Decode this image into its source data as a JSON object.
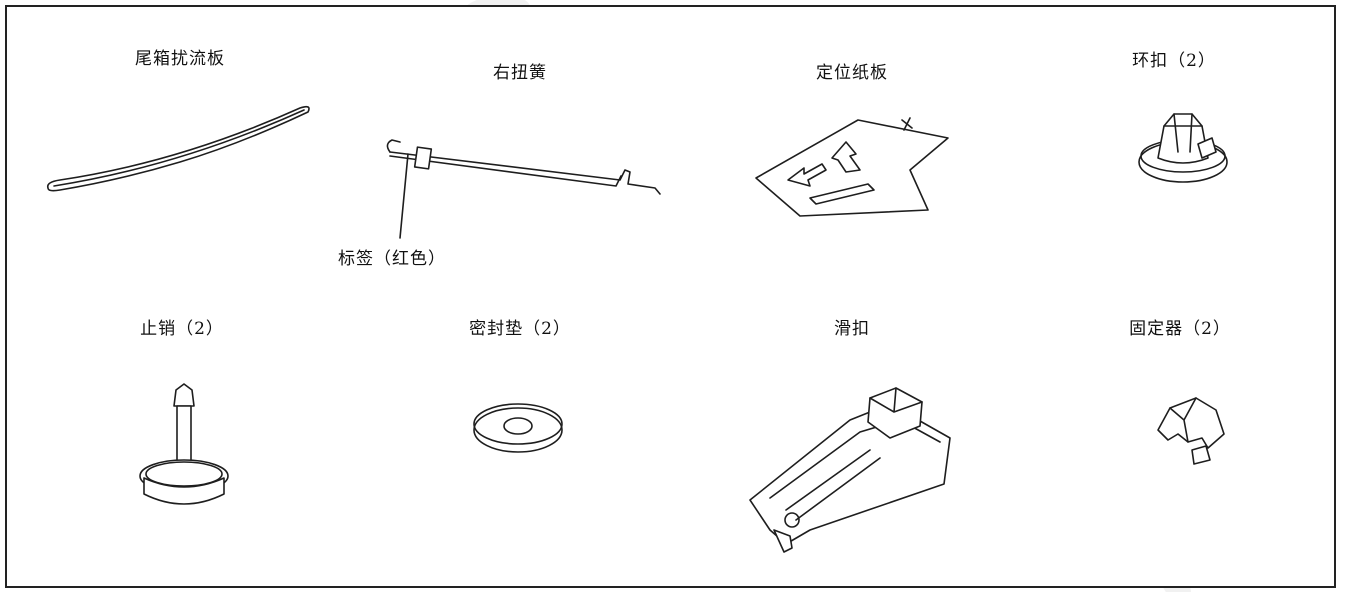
{
  "parts": [
    {
      "label": "尾箱扰流板"
    },
    {
      "label": "右扭簧"
    },
    {
      "label": "定位纸板"
    },
    {
      "label": "环扣（2）"
    },
    {
      "label": "止销（2）"
    },
    {
      "label": "密封垫（2）"
    },
    {
      "label": "滑扣"
    },
    {
      "label": "固定器（2）"
    }
  ],
  "annotations": {
    "tag_label": "标签（红色）"
  },
  "colors": {
    "line": "#1e1e1e",
    "border": "#222222"
  }
}
